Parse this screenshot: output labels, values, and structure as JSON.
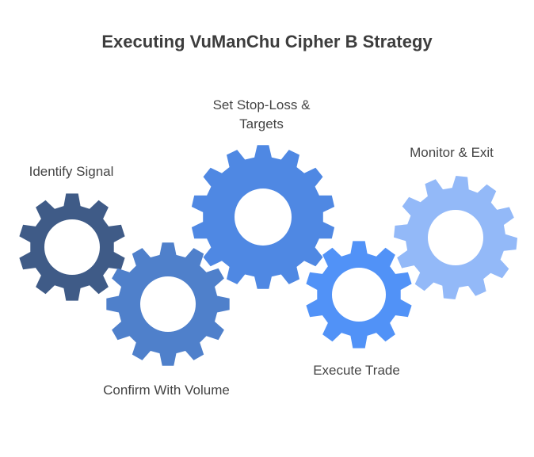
{
  "title": "Executing VuManChu Cipher B Strategy",
  "steps": [
    {
      "label": "Identify Signal",
      "color": "#3f5b87",
      "teeth": 10
    },
    {
      "label": "Confirm With Volume",
      "color": "#4f80cb",
      "teeth": 12
    },
    {
      "label": "Set Stop-Loss & Targets",
      "color": "#4f88e3",
      "teeth": 14
    },
    {
      "label": "Execute Trade",
      "color": "#5192f7",
      "teeth": 10
    },
    {
      "label": "Monitor & Exit",
      "color": "#93b9f8",
      "teeth": 12
    }
  ]
}
